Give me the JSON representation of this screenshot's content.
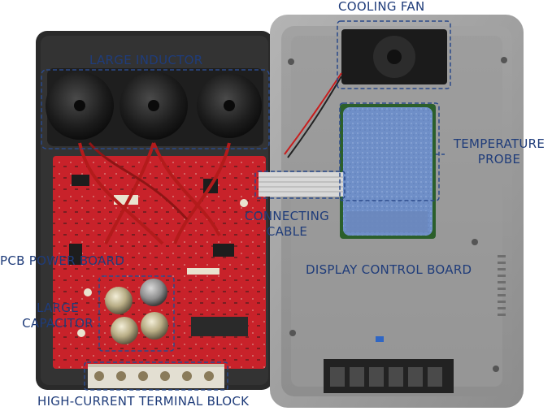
{
  "labels": {
    "cooling_fan": "COOLING FAN",
    "large_inductor": "LARGE INDUCTOR",
    "temperature_probe_1": "TEMPERATURE",
    "temperature_probe_2": "PROBE",
    "connecting_cable_1": "CONNECTING",
    "connecting_cable_2": "CABLE",
    "display_control_board": "DISPLAY CONTROL BOARD",
    "pcb_power_board": "PCB POWER BOARD",
    "large_capacitor_1": "LARGE",
    "large_capacitor_2": "CAPACITOR",
    "terminal_block": "HIGH-CURRENT TERMINAL BLOCK"
  },
  "colors": {
    "label_text": "#1f3c7a",
    "callout_box": "#2b4a8a",
    "pcb_red": "#c8232a",
    "enclosure_dark": "#2a2a2a",
    "enclosure_gray": "#9a9a9a",
    "display_board_blue": "#6f8fc8"
  }
}
